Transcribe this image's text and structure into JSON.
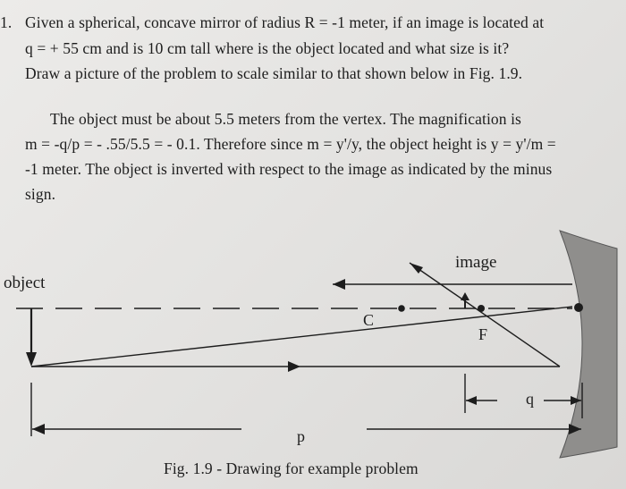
{
  "problem": {
    "number": "1.",
    "lines": [
      "Given a spherical, concave mirror of radius R = -1 meter, if an image is located at",
      "q = + 55 cm and is 10 cm tall where is the object located and what size is it?",
      "Draw a picture of the problem to scale similar to that shown below in Fig. 1.9."
    ]
  },
  "answer": {
    "lines": [
      "The object must be about 5.5 meters from the vertex.  The magnification is",
      "m = -q/p = - .55/5.5 = - 0.1.  Therefore since m = y'/y, the object height is y = y'/m =",
      "-1 meter.  The object is inverted with respect to the image as indicated by the minus",
      "sign."
    ]
  },
  "figure": {
    "labels": {
      "object": "object",
      "image": "image",
      "center": "C",
      "focus": "F",
      "p": "p",
      "q": "q"
    },
    "caption": "Fig. 1.9 - Drawing for example problem"
  }
}
